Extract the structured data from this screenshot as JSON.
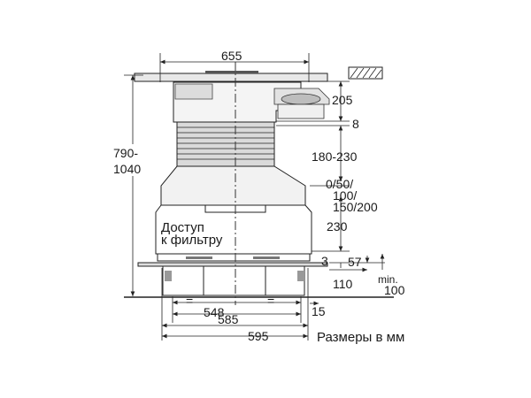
{
  "labels": {
    "filter_access_line1": "Доступ",
    "filter_access_line2": "к фильтру",
    "units_note": "Размеры в мм",
    "equal_sign": "="
  },
  "dimensions": {
    "top_width": "655",
    "height_total_line1": "790-",
    "height_total_line2": "1040",
    "d205": "205",
    "d8": "8",
    "d180_230": "180-230",
    "d0_50": "0/50/",
    "d100": "100/",
    "d150_200": "150/200",
    "d230": "230",
    "d3": "3",
    "d57": "57",
    "min_line1": "min.",
    "min_line2": "100",
    "d110": "110",
    "d548": "548",
    "d585": "585",
    "d595": "595",
    "d15": "15"
  }
}
